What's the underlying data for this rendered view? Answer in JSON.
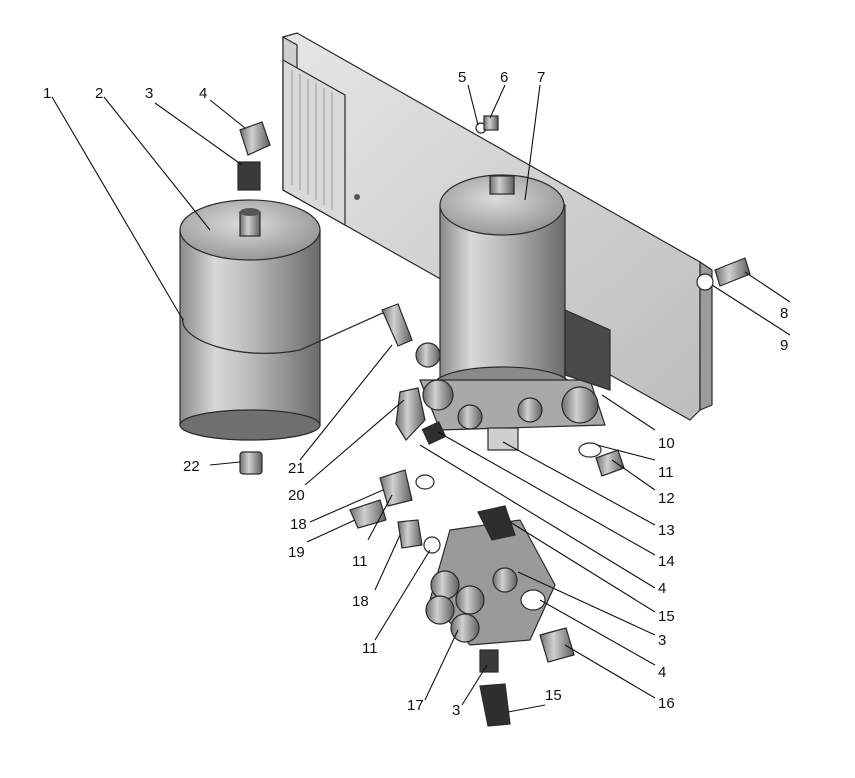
{
  "diagram": {
    "callouts": [
      {
        "id": "c1",
        "label": "1"
      },
      {
        "id": "c2",
        "label": "2"
      },
      {
        "id": "c3a",
        "label": "3"
      },
      {
        "id": "c4a",
        "label": "4"
      },
      {
        "id": "c5",
        "label": "5"
      },
      {
        "id": "c6",
        "label": "6"
      },
      {
        "id": "c7",
        "label": "7"
      },
      {
        "id": "c8",
        "label": "8"
      },
      {
        "id": "c9",
        "label": "9"
      },
      {
        "id": "c10",
        "label": "10"
      },
      {
        "id": "c11a",
        "label": "11"
      },
      {
        "id": "c12",
        "label": "12"
      },
      {
        "id": "c13",
        "label": "13"
      },
      {
        "id": "c14",
        "label": "14"
      },
      {
        "id": "c4b",
        "label": "4"
      },
      {
        "id": "c15a",
        "label": "15"
      },
      {
        "id": "c3b",
        "label": "3"
      },
      {
        "id": "c4c",
        "label": "4"
      },
      {
        "id": "c16",
        "label": "16"
      },
      {
        "id": "c15b",
        "label": "15"
      },
      {
        "id": "c3c",
        "label": "3"
      },
      {
        "id": "c17",
        "label": "17"
      },
      {
        "id": "c11b",
        "label": "11"
      },
      {
        "id": "c18a",
        "label": "18"
      },
      {
        "id": "c11c",
        "label": "11"
      },
      {
        "id": "c19",
        "label": "19"
      },
      {
        "id": "c18b",
        "label": "18"
      },
      {
        "id": "c20",
        "label": "20"
      },
      {
        "id": "c21",
        "label": "21"
      },
      {
        "id": "c22",
        "label": "22"
      }
    ]
  }
}
